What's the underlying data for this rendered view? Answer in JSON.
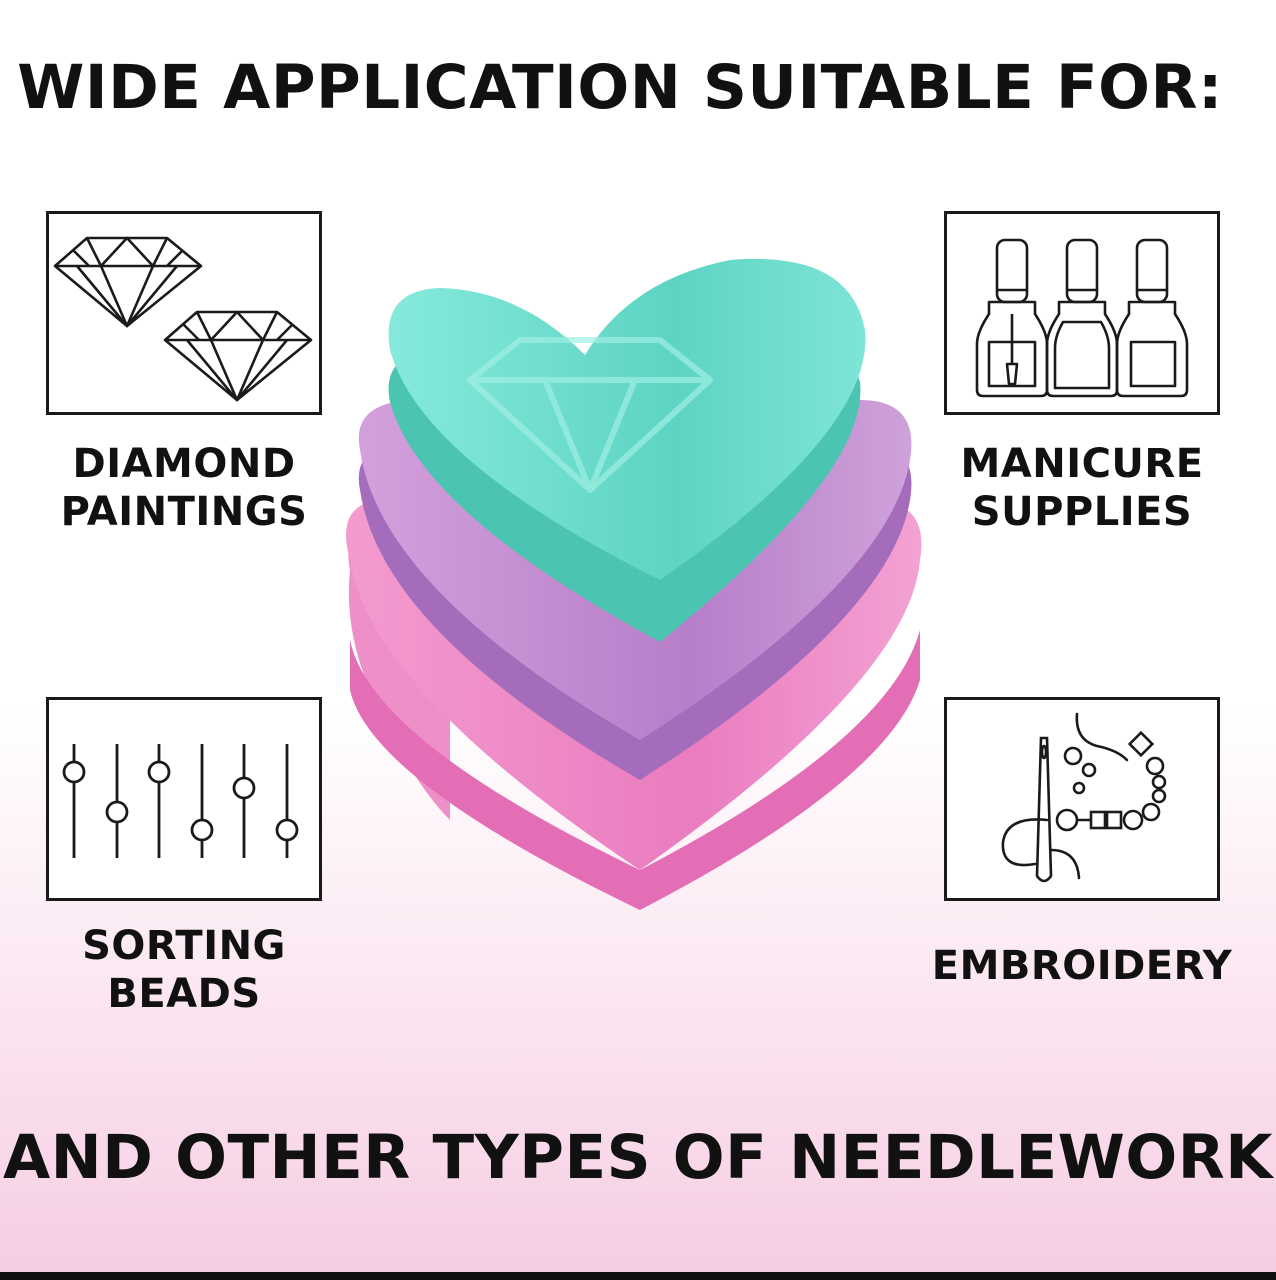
{
  "title": "WIDE APPLICATION SUITABLE FOR:",
  "footer": "AND OTHER TYPES OF NEEDLEWORK",
  "items": [
    {
      "line1": "DIAMOND",
      "line2": "PAINTINGS",
      "icon": "diamond-icon"
    },
    {
      "line1": "MANICURE",
      "line2": "SUPPLIES",
      "icon": "nail-polish-icon"
    },
    {
      "line1": "SORTING",
      "line2": "BEADS",
      "icon": "bead-sorter-icon"
    },
    {
      "line1": "EMBROIDERY",
      "line2": "",
      "icon": "embroidery-needle-icon"
    }
  ],
  "colors": {
    "teal": "#6fe0cf",
    "purple": "#c48ad2",
    "pink": "#ec86c2",
    "outline": "#1a1a1a"
  }
}
